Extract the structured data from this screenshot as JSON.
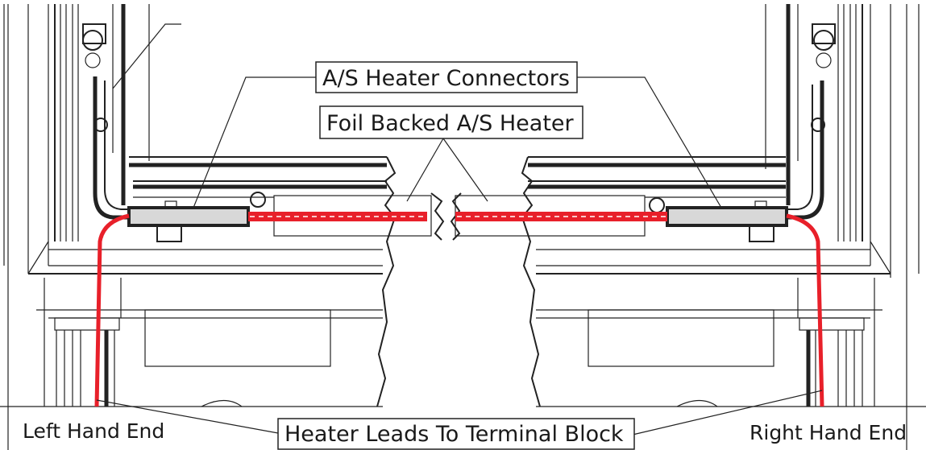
{
  "labels": {
    "connectors": "A/S Heater Connectors",
    "foil_heater": "Foil Backed A/S Heater",
    "leads": "Heater Leads To Terminal Block",
    "left_end": "Left Hand End",
    "right_end": "Right Hand End"
  },
  "colors": {
    "heater_wire": "#e8202a",
    "line": "#222222",
    "connector_fill": "#d8d8d8"
  }
}
